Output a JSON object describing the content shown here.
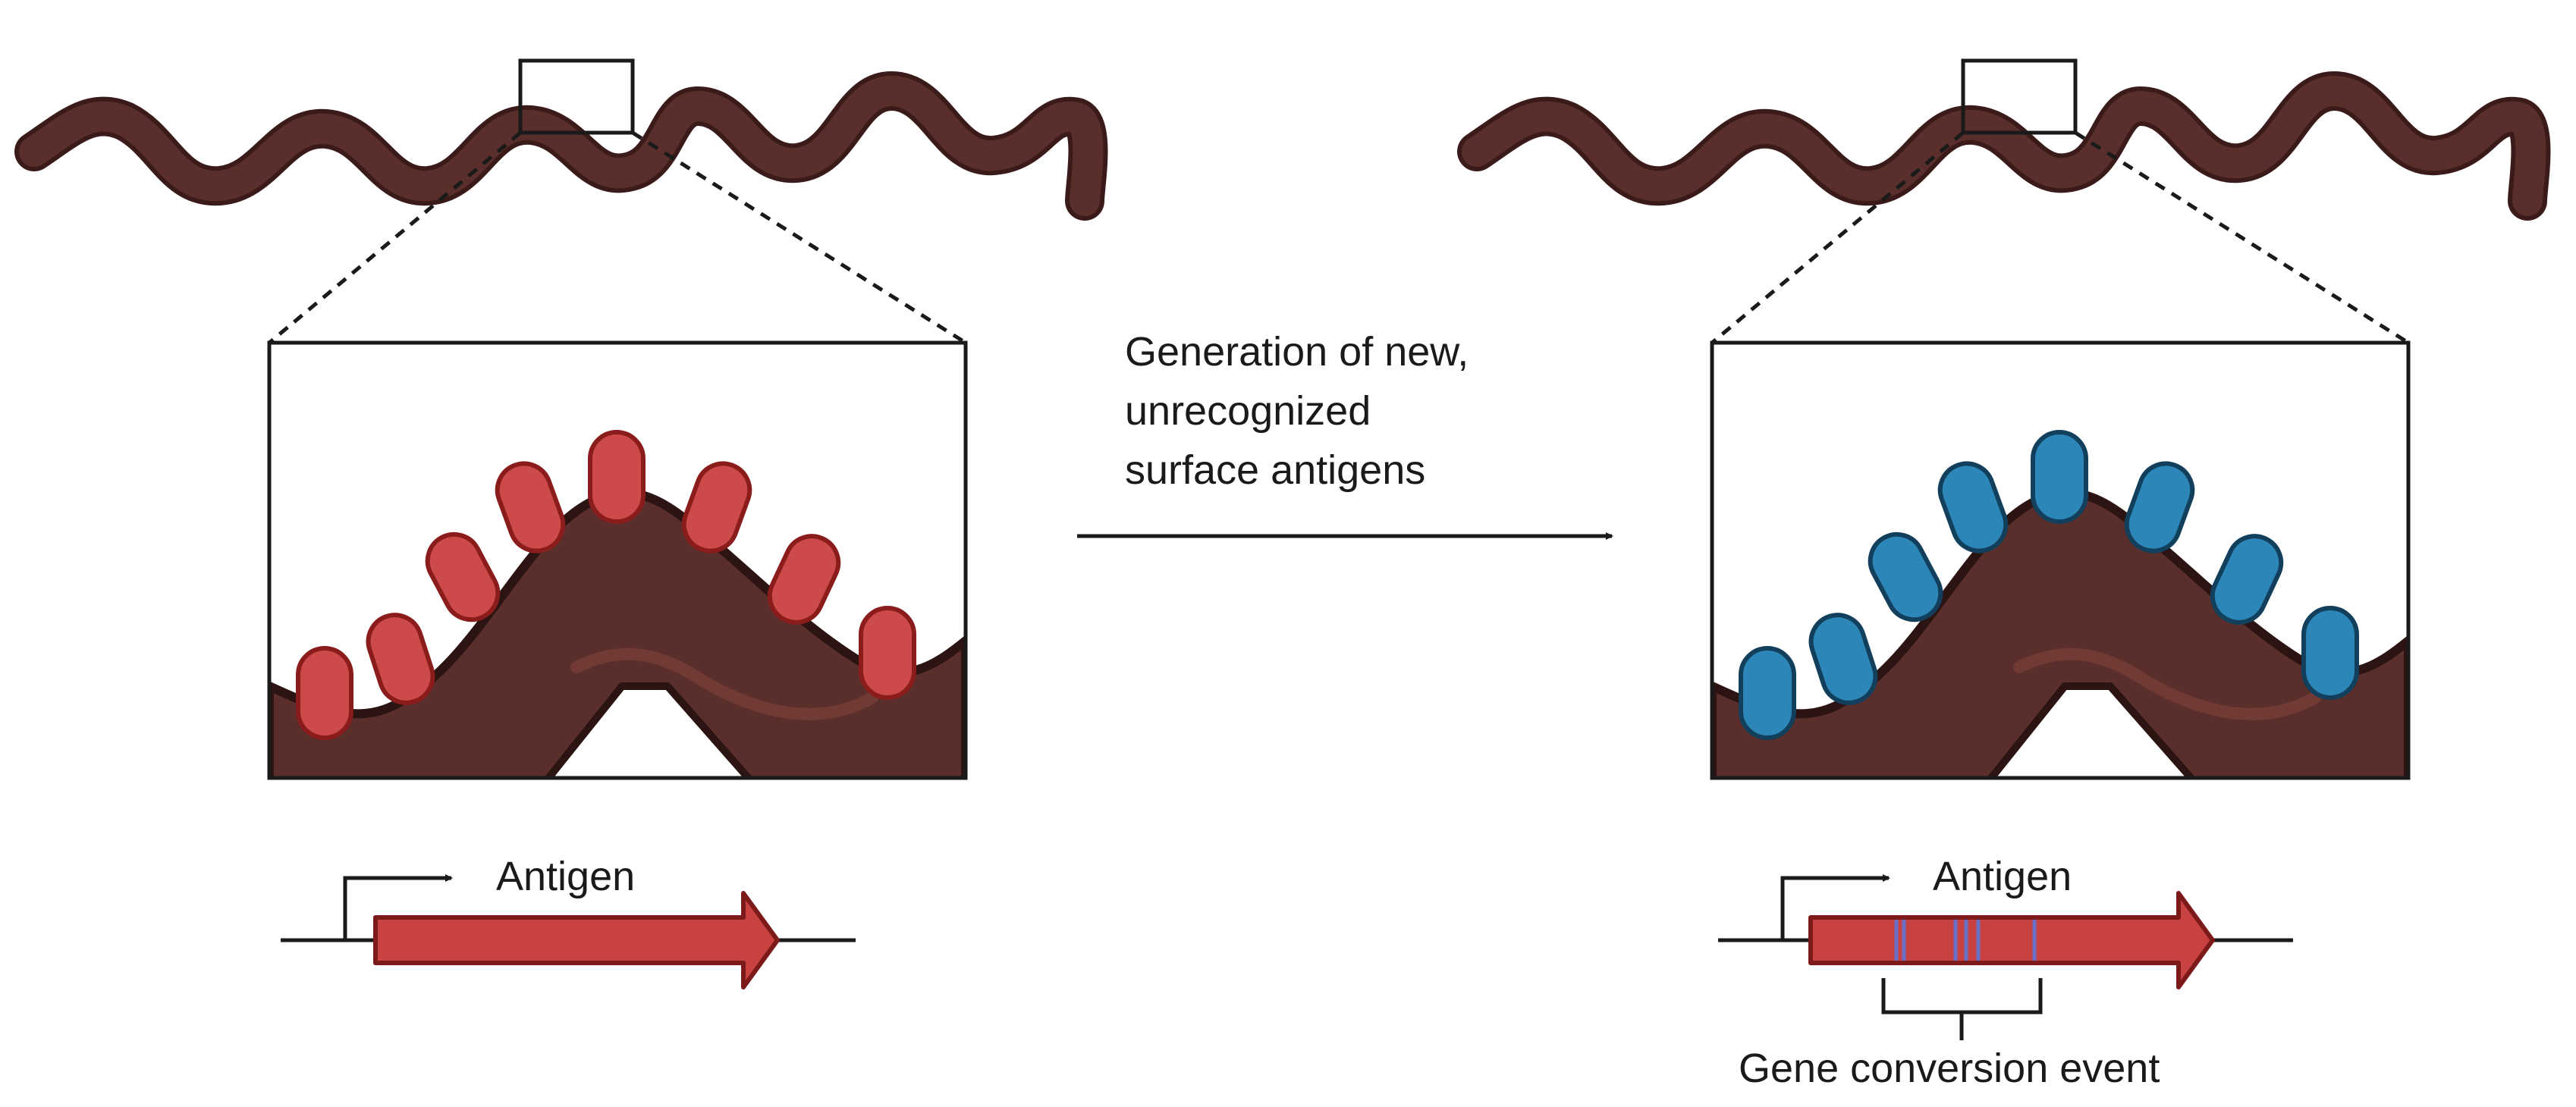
{
  "labels": {
    "caption": [
      "Generation of new,",
      "unrecognized",
      "surface antigens"
    ],
    "left_gene": "Antigen",
    "right_gene": "Antigen",
    "gene_conversion": "Gene conversion event"
  },
  "colors": {
    "spirochete": "#5a2f2b",
    "spirochete_dark": "#3b1b19",
    "antigen_original": "#cd4a4a",
    "antigen_original_outline": "#8b1c1c",
    "antigen_variant": "#2c86b8",
    "antigen_variant_outline": "#123f5c",
    "gene_arrow": "#c94242",
    "gene_arrow_outline": "#7c1a1a",
    "conversion_marks": "#6a6fc8",
    "lines": "#1a1a1a"
  }
}
